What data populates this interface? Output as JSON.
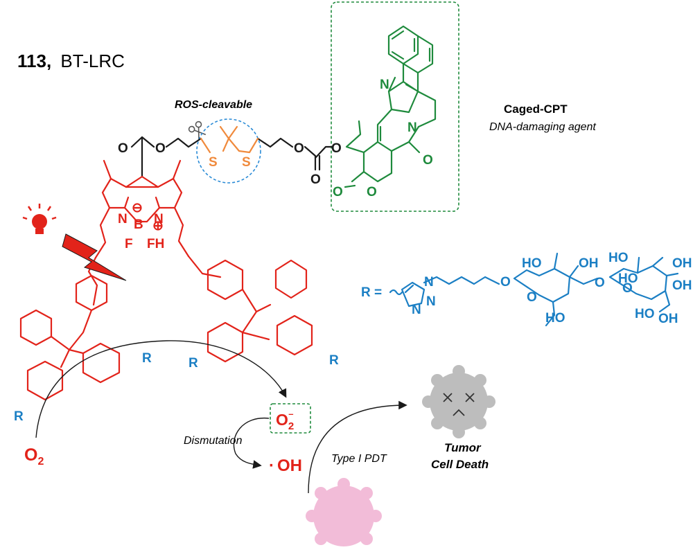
{
  "compound": {
    "number": "113,",
    "name": "BT-LRC"
  },
  "linker": {
    "label": "ROS-cleavable",
    "s1": "S",
    "s2": "S"
  },
  "payload": {
    "title": "Caged-CPT",
    "subtitle": "DNA-damaging agent"
  },
  "atoms": {
    "n": "N",
    "o": "O",
    "b": "B",
    "f": "F",
    "fh": "FH",
    "minus": "⊖",
    "plus": "⊕",
    "ho": "HO",
    "oh": "OH",
    "r": "R"
  },
  "r_group": {
    "label": "R ="
  },
  "process": {
    "o2": "O",
    "o2_sub": "2",
    "superoxide": "O",
    "superoxide_sub": "2",
    "superoxide_sup": "–",
    "hydroxyl": "OH",
    "hydroxyl_dot": "·",
    "dismutation": "Dismutation",
    "pdt": "Type I PDT",
    "outcome_line1": "Tumor",
    "outcome_line2": "Cell Death"
  },
  "colors": {
    "bodipy": "#e2231a",
    "linker": "#f08a3c",
    "camptothecin": "#1e8a3c",
    "sugar": "#1b7fc4",
    "ros_box": "#1e8a3c",
    "dead_cell": "#bdbdbd",
    "live_cell": "#f2bcd8"
  }
}
